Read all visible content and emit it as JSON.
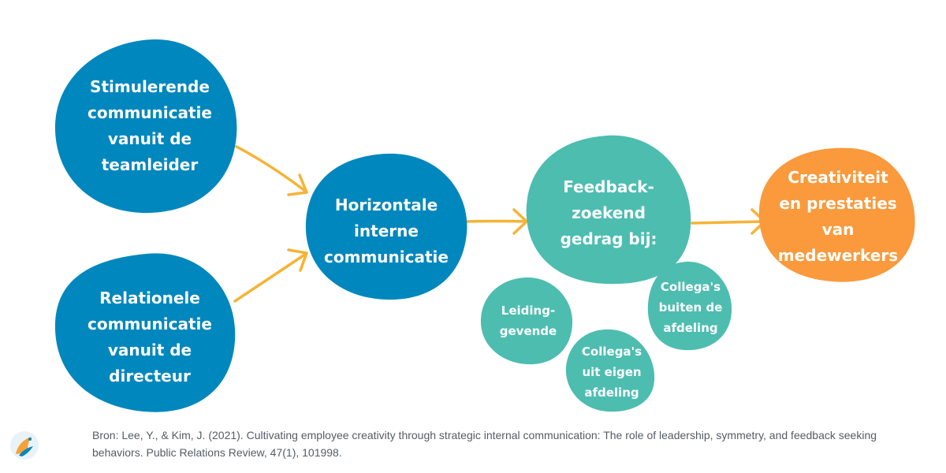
{
  "colors": {
    "blue": "#0087bd",
    "teal": "#4dbdb0",
    "orange": "#fa9a3c",
    "arrow": "#f6b335",
    "text": "#ffffff",
    "source_text": "#555c66"
  },
  "nodes": {
    "stimulerende": "Stimulerende\ncommunicatie\nvanuit de\nteamleider",
    "relationele": "Relationele\ncommunicatie\nvanuit de\ndirecteur",
    "horizontale": "Horizontale\ninterne\ncommunicatie",
    "feedback": "Feedback-\nzoekend\ngedrag bij:",
    "creativiteit": "Creativiteit\nen prestaties\nvan\nmedewerkers",
    "leidinggevende": "Leiding-\ngevende",
    "collegas_eigen": "Collega's\nuit eigen\nafdeling",
    "collegas_buiten": "Collega's\nbuiten de\nafdeling"
  },
  "source": "Bron: Lee, Y., & Kim, J. (2021). Cultivating employee creativity through strategic internal communication: The role of leadership, symmetry, and feedback seeking behaviors. Public Relations Review, 47(1), 101998.",
  "logo": {
    "icon": "bird-logo-icon"
  }
}
